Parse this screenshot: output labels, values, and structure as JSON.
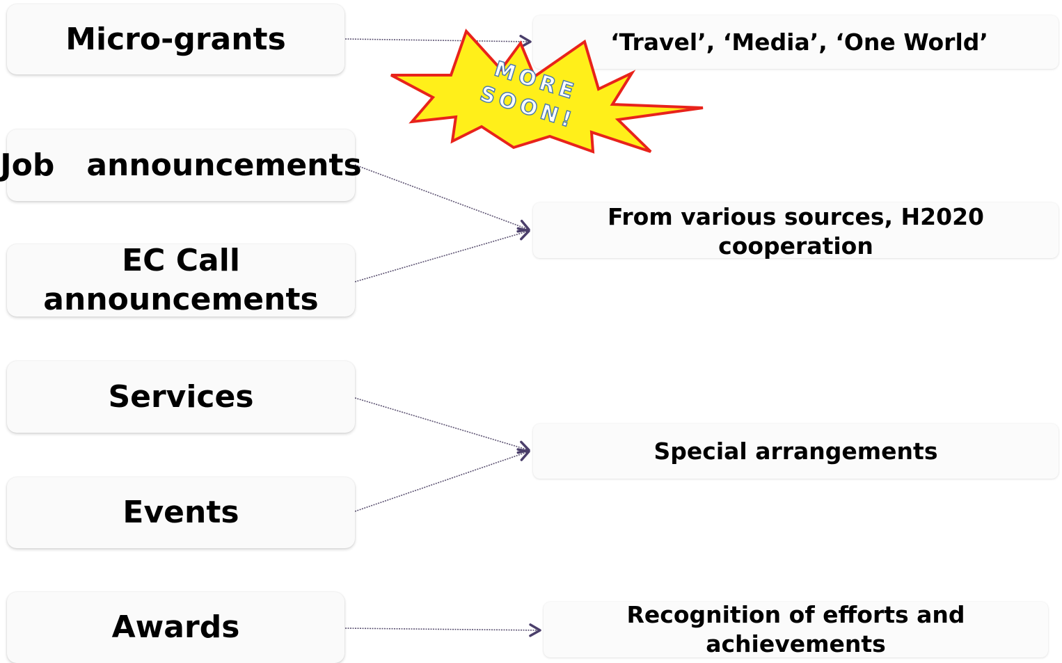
{
  "left_boxes": {
    "micro_grants": "Micro-grants",
    "job_announcements": "Job   announcements",
    "ec_call_line1": "EC Call",
    "ec_call_line2": "announcements",
    "services": "Services",
    "events": "Events",
    "awards": "Awards"
  },
  "right_boxes": {
    "travel_media": "‘Travel’, ‘Media’, ‘One World’",
    "sources_line1": "From various sources, H2020",
    "sources_line2": "cooperation",
    "special": "Special arrangements",
    "recognition_line1": "Recognition of  efforts and",
    "recognition_line2": "achievements"
  },
  "burst": {
    "line1": "MORE",
    "line2": "SOON!",
    "fill_color": "#ffef1a",
    "outline_color": "#e8231b",
    "text_outline_color": "#4a7ab0"
  },
  "arrow_color": "#4b3f6b"
}
